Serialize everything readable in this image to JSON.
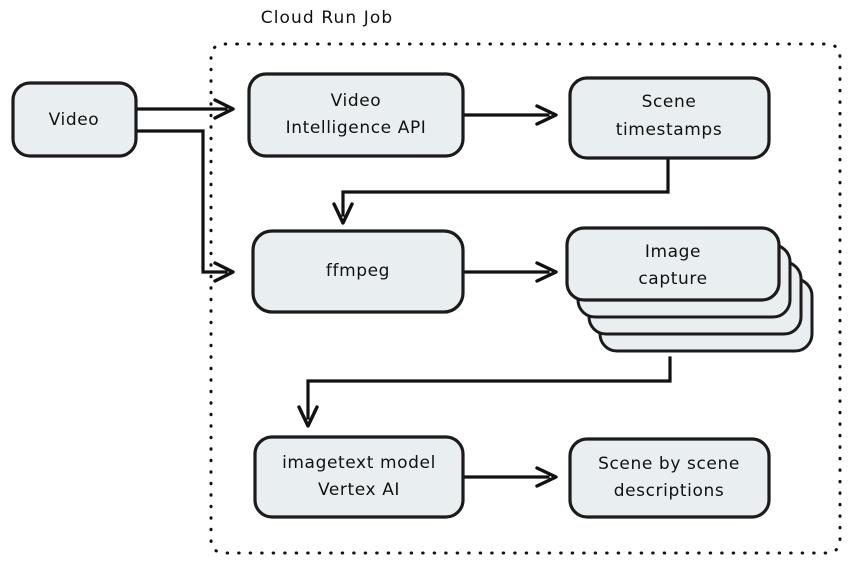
{
  "diagram": {
    "title": "Cloud Run Job",
    "style": {
      "node_fill": "#e9eef1",
      "node_stroke": "#1b1b1b",
      "edge_color": "#111111",
      "background": "#ffffff",
      "text_color": "#111111"
    },
    "group": {
      "label": "Cloud Run Job",
      "border": "dotted"
    },
    "nodes": [
      {
        "id": "video",
        "lines": [
          "Video"
        ],
        "shape": "rounded-rect",
        "inside_group": false
      },
      {
        "id": "video-intelligence-api",
        "lines": [
          "Video",
          "Intelligence API"
        ],
        "shape": "rounded-rect",
        "inside_group": true
      },
      {
        "id": "scene-timestamps",
        "lines": [
          "Scene",
          "timestamps"
        ],
        "shape": "rounded-rect",
        "inside_group": true
      },
      {
        "id": "ffmpeg",
        "lines": [
          "ffmpeg"
        ],
        "shape": "rounded-rect",
        "inside_group": true
      },
      {
        "id": "image-capture",
        "lines": [
          "Image",
          "capture"
        ],
        "shape": "stacked-rect",
        "stack_count": 4,
        "inside_group": true
      },
      {
        "id": "imagetext-model-vertex-ai",
        "lines": [
          "imagetext model",
          "Vertex AI"
        ],
        "shape": "rounded-rect",
        "inside_group": true
      },
      {
        "id": "scene-by-scene-descriptions",
        "lines": [
          "Scene by scene",
          "descriptions"
        ],
        "shape": "rounded-rect",
        "inside_group": true
      }
    ],
    "edges": [
      {
        "from": "video",
        "to": "video-intelligence-api",
        "kind": "straight"
      },
      {
        "from": "video",
        "to": "ffmpeg",
        "kind": "elbow"
      },
      {
        "from": "video-intelligence-api",
        "to": "scene-timestamps",
        "kind": "straight"
      },
      {
        "from": "scene-timestamps",
        "to": "ffmpeg",
        "kind": "elbow"
      },
      {
        "from": "ffmpeg",
        "to": "image-capture",
        "kind": "straight"
      },
      {
        "from": "image-capture",
        "to": "imagetext-model-vertex-ai",
        "kind": "elbow"
      },
      {
        "from": "imagetext-model-vertex-ai",
        "to": "scene-by-scene-descriptions",
        "kind": "straight"
      }
    ]
  }
}
